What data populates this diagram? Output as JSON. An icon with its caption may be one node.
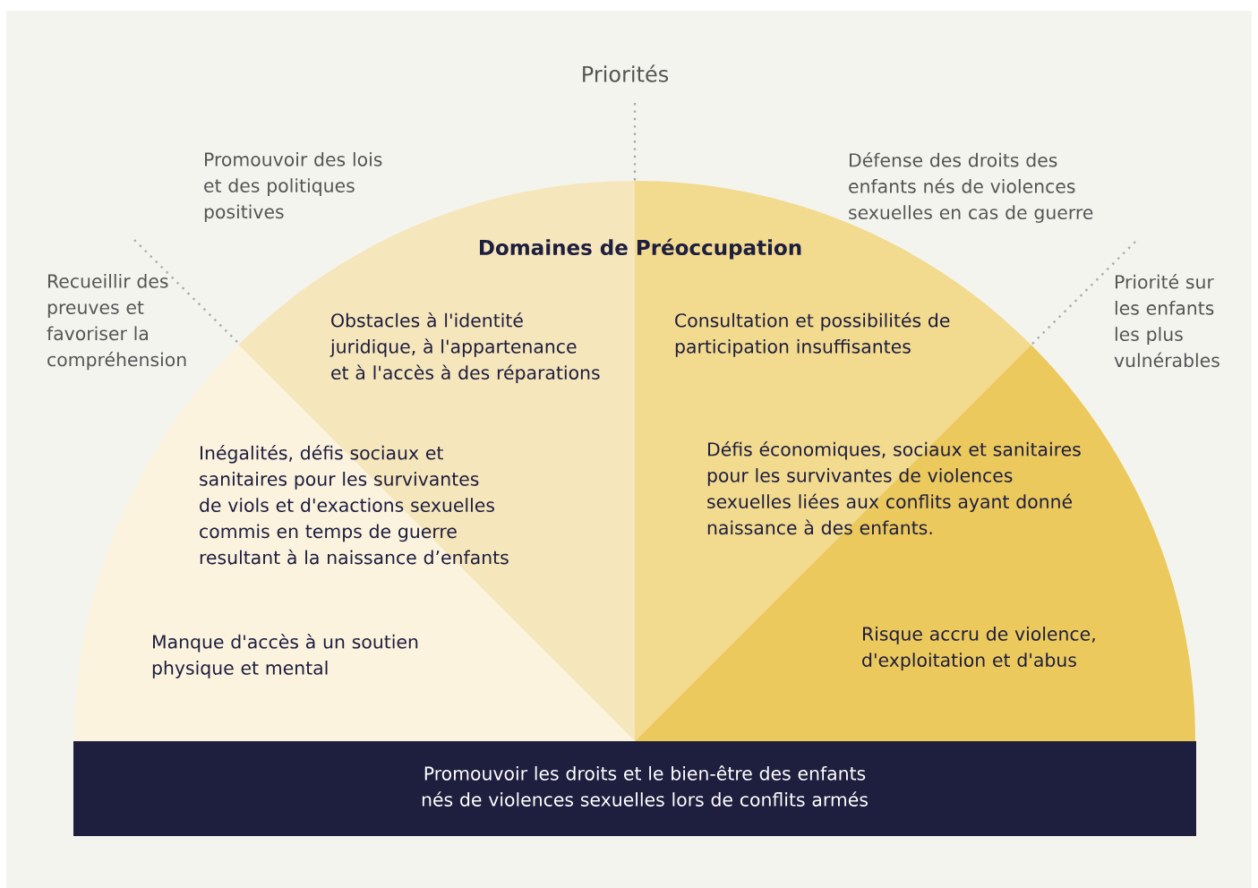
{
  "diagram": {
    "nodes": [
      {
        "text": [
          "Inégalités, défis sociaux et sanitaires pour les survivantes de viols et d'exactions sexuelles commis en temps de guerre resultant à la naissance d’enfants",
          "Manque d'accès à un soutien physique et mental"
        ],
        "beside": [
          "Recueillir des preuves et favoriser la compréhension"
        ]
      },
      {
        "text": [
          "Obstacles à l'identité juridique, à l'appartenance et à l'accès à des réparations"
        ],
        "beside": [
          "Promouvoir des lois et des politiques positives"
        ]
      },
      {
        "text": [
          "Consultation et possibilités de participation insuffisantes"
        ],
        "beside": [
          "Défense des droits des enfants nés de violences sexuelles en cas de guerre"
        ]
      },
      {
        "text": [
          "Défis économiques, sociaux et sanitaires pour les survivantes de violences sexuelles liées aux conflits ayant donné naissance à des enfants.",
          "Risque accru de violence, d'exploitation et d'abus"
        ],
        "beside": [
          "Priorité sur les enfants les plus vulnérables"
        ]
      },
      {
        "text": [
          "Promouvoir les droits et le bien-être des enfants nés de violences sexuelles lors de conflits armés"
        ]
      }
    ],
    "labels": [
      "Priorités",
      "Domaines de Préoccupation"
    ]
  }
}
